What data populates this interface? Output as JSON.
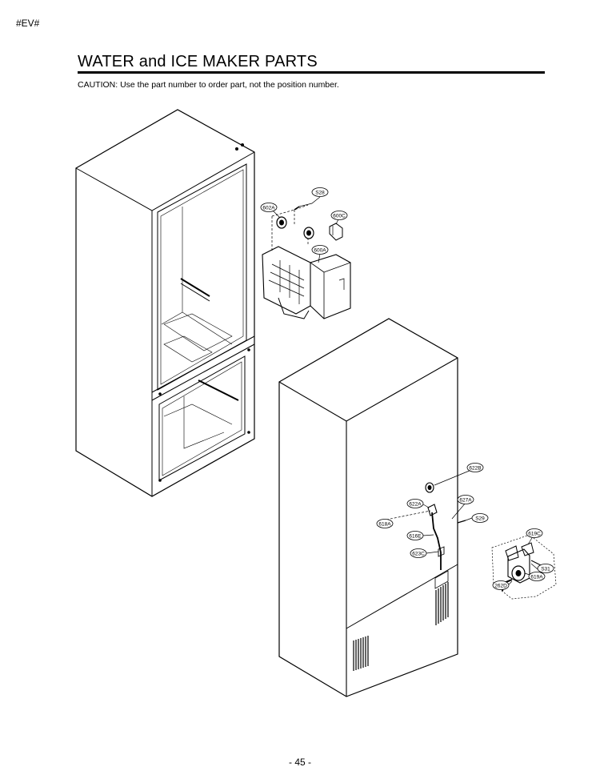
{
  "header": {
    "doc_code": "#EV#",
    "title": "WATER and ICE MAKER PARTS",
    "caution": "CAUTION: Use the part number to order part, not the position number."
  },
  "callouts": {
    "c_S28": "S28",
    "c_602A": "602A",
    "c_600C": "600C",
    "c_600A": "600A",
    "c_622B": "622B",
    "c_627A": "627A",
    "c_622A": "622A",
    "c_S29": "S29",
    "c_618A": "618A",
    "c_616E": "616E",
    "c_623C": "623C",
    "c_619C": "619C",
    "c_S31": "S31",
    "c_619A": "619A",
    "c_262D": "262D"
  },
  "footer": {
    "page_number": "- 45 -"
  }
}
